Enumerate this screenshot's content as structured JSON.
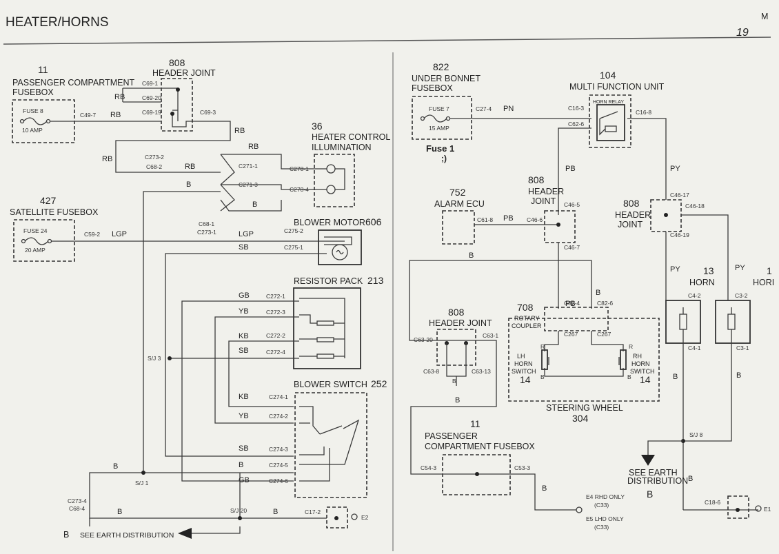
{
  "title": "HEATER/HORNS",
  "page_mark": "19",
  "corner_mark": "M",
  "annotation": {
    "text": "Fuse 1",
    "sub": ";)"
  },
  "components": {
    "pc_fusebox_left": {
      "num": "11",
      "l1": "PASSENGER COMPARTMENT",
      "l2": "FUSEBOX",
      "fuse": "FUSE 8",
      "amp": "10 AMP"
    },
    "header_joint_top": {
      "num": "808",
      "label": "HEADER JOINT"
    },
    "heater_ctrl": {
      "num": "36",
      "l1": "HEATER CONTROL",
      "l2": "ILLUMINATION"
    },
    "satellite_fusebox": {
      "num": "427",
      "label": "SATELLITE FUSEBOX",
      "fuse": "FUSE 24",
      "amp": "20 AMP"
    },
    "blower_motor": {
      "label": "BLOWER MOTOR",
      "num": "606"
    },
    "resistor_pack": {
      "label": "RESISTOR PACK",
      "num": "213"
    },
    "blower_switch": {
      "label": "BLOWER SWITCH",
      "num": "252"
    },
    "under_bonnet": {
      "num": "822",
      "l1": "UNDER BONNET",
      "l2": "FUSEBOX",
      "fuse": "FUSE 7",
      "amp": "15 AMP"
    },
    "mfu": {
      "num": "104",
      "label": "MULTI FUNCTION UNIT",
      "relay": "HORN RELAY"
    },
    "alarm_ecu": {
      "num": "752",
      "label": "ALARM ECU"
    },
    "hj_mid": {
      "num": "808",
      "l1": "HEADER",
      "l2": "JOINT"
    },
    "hj_right": {
      "num": "808",
      "l1": "HEADER",
      "l2": "JOINT"
    },
    "horn1": {
      "num": "13",
      "label": "HORN"
    },
    "horn2": {
      "num": "1",
      "label": "HORI"
    },
    "hj_lower": {
      "num": "808",
      "label": "HEADER JOINT"
    },
    "rotary": {
      "num": "708",
      "l1": "ROTARY",
      "l2": "COUPLER"
    },
    "lh_sw": {
      "l1": "LH",
      "l2": "HORN",
      "l3": "SWITCH",
      "num": "14"
    },
    "rh_sw": {
      "l1": "RH",
      "l2": "HORN",
      "l3": "SWITCH",
      "num": "14"
    },
    "steering": {
      "label": "STEERING WHEEL",
      "num": "304"
    },
    "pc_fusebox_right": {
      "num": "11",
      "l1": "PASSENGER",
      "l2": "COMPARTMENT FUSEBOX"
    }
  },
  "wires": {
    "rb": "RB",
    "b": "B",
    "lgp": "LGP",
    "sb": "SB",
    "gb": "GB",
    "yb": "YB",
    "kb": "KB",
    "pn": "PN",
    "pb": "PB",
    "py": "PY",
    "r": "R"
  },
  "connectors": {
    "c69_1": "C69-1",
    "c69_20": "C69-20",
    "c69_19": "C69-19",
    "c69_3": "C69-3",
    "c49_7": "C49-7",
    "c273_2": "C273-2",
    "c68_2": "C68-2",
    "c271_1": "C271-1",
    "c271_3": "C271-3",
    "c278_1": "C278-1",
    "c278_4": "C278-4",
    "c59_2": "C59-2",
    "c68_1": "C68-1",
    "c273_1": "C273-1",
    "c275_2": "C275-2",
    "c275_1": "C275-1",
    "c272_1": "C272-1",
    "c272_3": "C272-3",
    "c272_2": "C272-2",
    "c272_4": "C272-4",
    "c274_1": "C274-1",
    "c274_2": "C274-2",
    "c274_3": "C274-3",
    "c274_5": "C274-5",
    "c274_6": "C274-6",
    "c273_4": "C273-4",
    "c68_4": "C68-4",
    "c17_2": "C17-2",
    "c27_4": "C27-4",
    "c16_3": "C16-3",
    "c62_6": "C62-6",
    "c16_8": "C16-8",
    "c61_8": "C61-8",
    "c46_6": "C46-6",
    "c46_5": "C46-5",
    "c46_7": "C46-7",
    "c46_17": "C46-17",
    "c46_18": "C46-18",
    "c46_19": "C46-19",
    "c4_2": "C4-2",
    "c4_1": "C4-1",
    "c3_2": "C3-2",
    "c3_1": "C3-1",
    "c82_4": "C82-4",
    "c82_6": "C82-6",
    "c267a": "C267",
    "c267b": "C267",
    "c63_20": "C63-20",
    "c63_1": "C63-1",
    "c63_8": "C63-8",
    "c63_13": "C63-13",
    "c54_3": "C54-3",
    "c53_3": "C53-3",
    "c18_6": "C18-6"
  },
  "splices": {
    "sj3": "S/J 3",
    "sj1": "S/J 1",
    "sj20": "S/J 20",
    "sj8": "S/J 8"
  },
  "earths": {
    "e2": "E2",
    "e1": "E1",
    "e4": "E4 RHD ONLY",
    "e4c": "(C33)",
    "e5": "E5 LHD ONLY",
    "e5c": "(C33)"
  },
  "notes": {
    "see_earth_left": "SEE EARTH DISTRIBUTION",
    "see_earth_right_1": "SEE EARTH",
    "see_earth_right_2": "DISTRIBUTION"
  }
}
